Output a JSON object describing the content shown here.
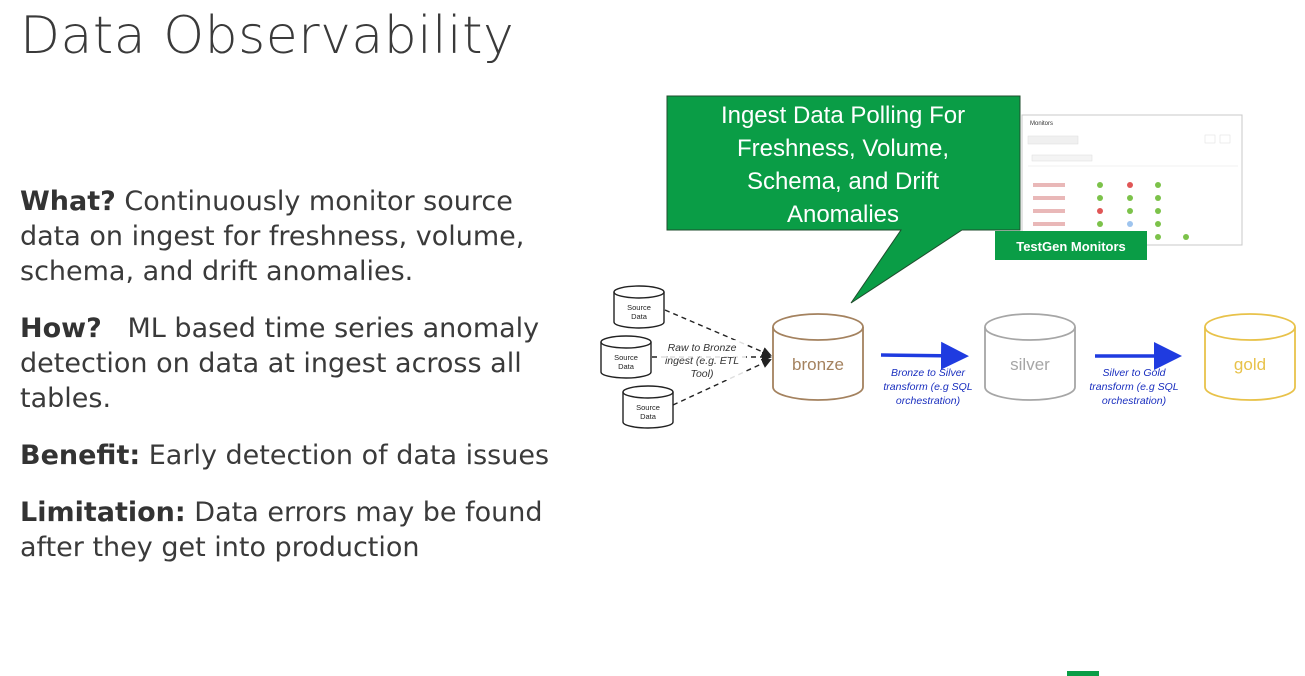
{
  "title": "Data Observability",
  "points": [
    {
      "label": "What?",
      "text": " Continuously monitor source data on ingest for freshness, volume, schema, and drift anomalies."
    },
    {
      "label": "How?",
      "text": "   ML based time series anomaly detection on data at ingest across all tables."
    },
    {
      "label": "Benefit:",
      "text": " Early detection of data issues"
    },
    {
      "label": "Limitation:",
      "text": " Data errors may be found after they get into production"
    }
  ],
  "diagram": {
    "callout_lines": [
      "Ingest Data Polling For",
      "Freshness, Volume,",
      "Schema, and Drift",
      "Anomalies"
    ],
    "monitors_label": "TestGen Monitors",
    "thumbnail_title": "Monitors",
    "sources": [
      "Source Data",
      "Source Data",
      "Source Data"
    ],
    "raw_to_bronze_lines": [
      "Raw to Bronze",
      "ingest (e.g. ETL",
      "Tool)"
    ],
    "stages": [
      "bronze",
      "silver",
      "gold"
    ],
    "bronze_to_silver_lines": [
      "Bronze to Silver",
      "transform (e.g SQL",
      "orchestration)"
    ],
    "silver_to_gold_lines": [
      "Silver to Gold",
      "transform (e.g SQL",
      "orchestration)"
    ],
    "colors": {
      "bronze": "#a4825f",
      "silver": "#a6a6a6",
      "gold": "#e8c24a",
      "callout": "#0a9d46",
      "arrow": "#1f3be0",
      "transform_text": "#1a2fbf"
    }
  }
}
